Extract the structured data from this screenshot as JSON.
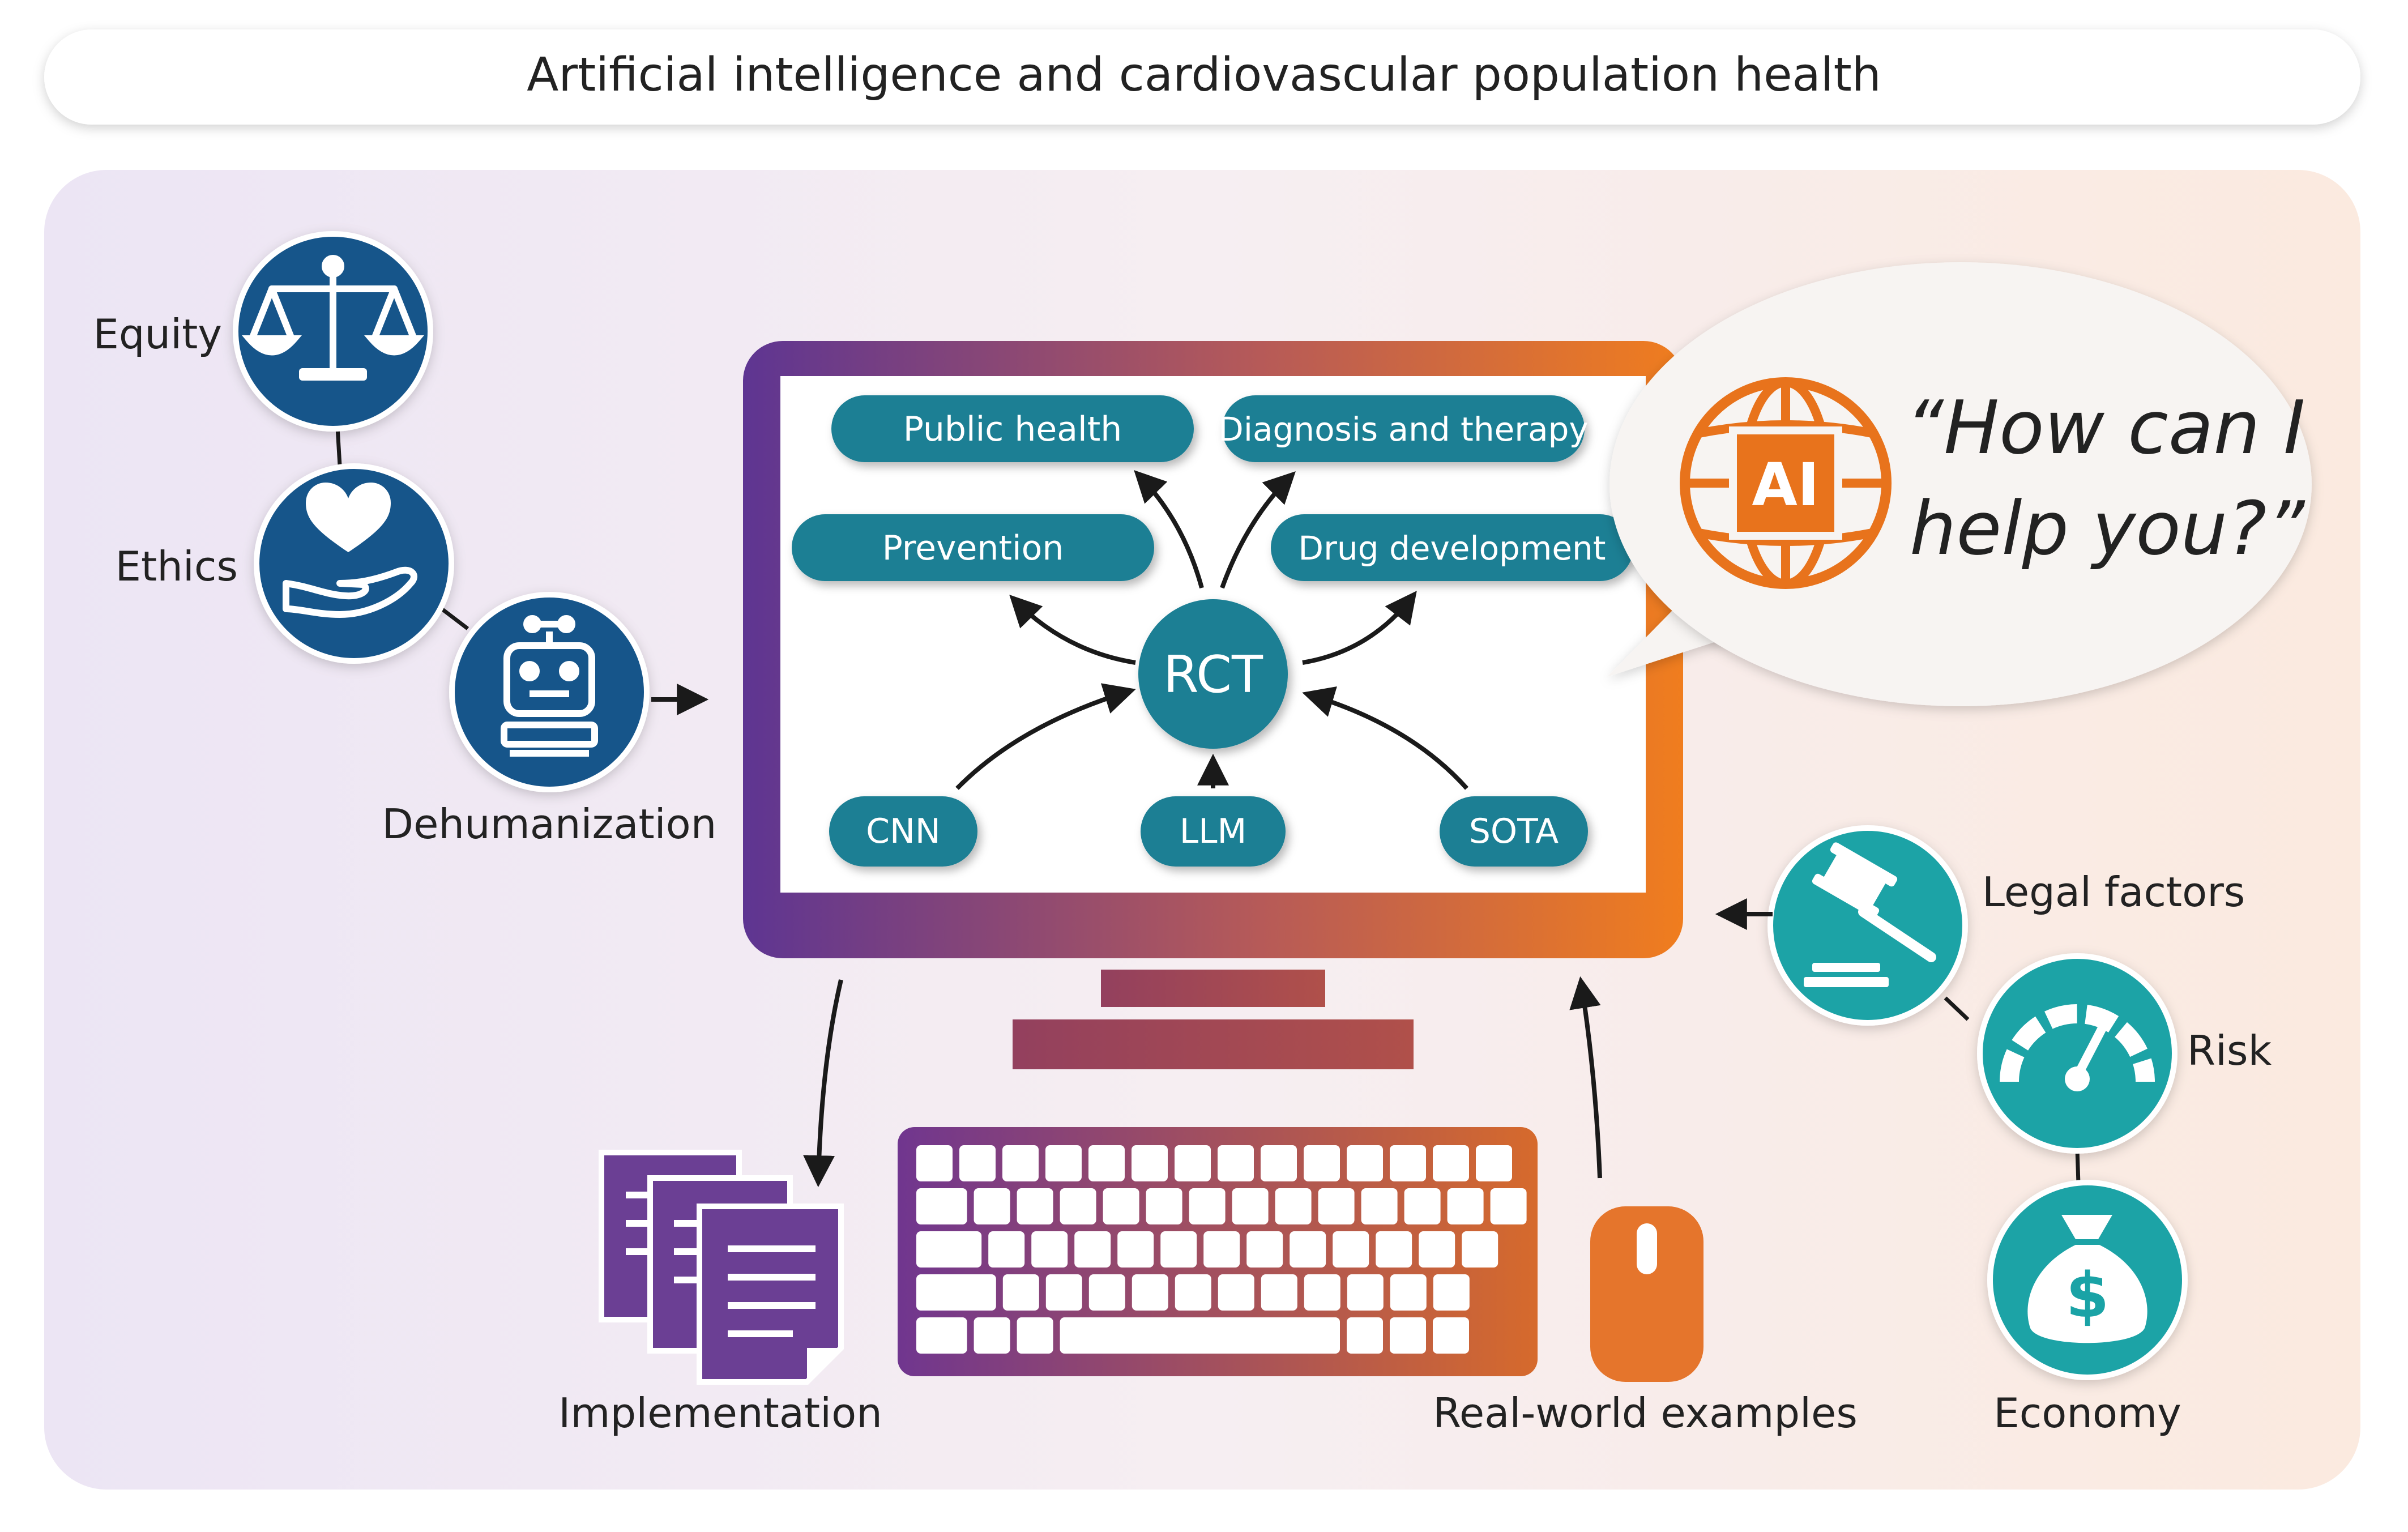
{
  "title": "Artificial intelligence and cardiovascular population health",
  "left_factors": {
    "equity": "Equity",
    "ethics": "Ethics",
    "dehumanization": "Dehumanization"
  },
  "right_factors": {
    "legal": "Legal factors",
    "risk": "Risk",
    "economy": "Economy"
  },
  "screen": {
    "center": "RCT",
    "outcomes": {
      "public_health": "Public health",
      "diagnosis": "Diagnosis and therapy",
      "prevention": "Prevention",
      "drug_development": "Drug development"
    },
    "inputs": {
      "cnn": "CNN",
      "llm": "LLM",
      "sota": "SOTA"
    }
  },
  "assistant": {
    "badge": "AI",
    "line1": "“How can I",
    "line2": "help you?”"
  },
  "bottom": {
    "implementation": "Implementation",
    "real_world": "Real-world examples",
    "dollar": "$"
  },
  "colors": {
    "navy": "#16548a",
    "teal_pill": "#1b7f94",
    "teal_circle": "#1aa3a6",
    "purple": "#5e3592",
    "orange": "#f07d1e",
    "ai_orange": "#e8731c",
    "doc_purple": "#6b3f94"
  },
  "icons": [
    "scales-icon",
    "heart-hand-icon",
    "robot-icon",
    "gavel-icon",
    "gauge-icon",
    "money-bag-icon",
    "ai-globe-icon",
    "documents-icon",
    "keyboard-icon",
    "mouse-icon"
  ]
}
